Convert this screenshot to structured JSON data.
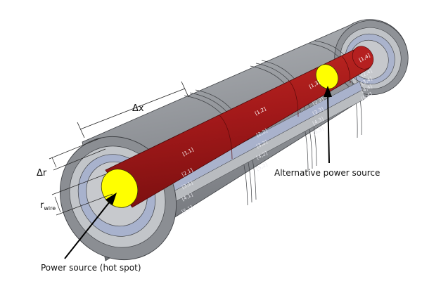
{
  "labels": {
    "delta_x": "Δx",
    "delta_r": "Δr",
    "r_wire_main": "r",
    "r_wire_sub": "wire",
    "power_source": "Power source (hot spot)",
    "alt_power_source": "Alternative power source"
  },
  "cells": {
    "core": [
      "[1,1]",
      "[1,2]",
      "[1,3]",
      "[1,4]"
    ],
    "col1": [
      "[2,1]",
      "[3,1]",
      "[4,1]",
      "[5,1]"
    ],
    "col2": [
      "[2,2]",
      "[3,2]",
      "[4,2]",
      "[5,2]"
    ],
    "col3": [
      "[2,3]",
      "[3,3]",
      "[4,3]",
      "[5,3]"
    ],
    "col4": [
      "[2,4]",
      "[3,4]",
      "[4,4]",
      "[5,4]"
    ]
  },
  "colors": {
    "wire": "#a01a1a",
    "hot_spot": "#ffff00",
    "shell_outer": "#8a8d92",
    "shell_mid": "#b9bcc0",
    "shell_blue": "#a9b2cc"
  }
}
